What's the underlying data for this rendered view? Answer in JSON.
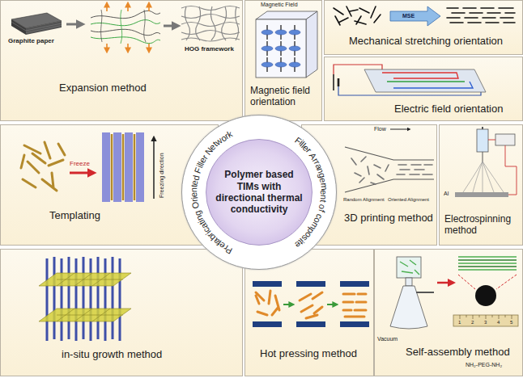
{
  "diagram": {
    "nodes": [
      {
        "text": [
          "Expansion method"
        ]
      },
      {
        "text": [
          "Magnetic field orientation"
        ]
      },
      {
        "text": [
          "Mechanical stretching orientation"
        ]
      },
      {
        "text": [
          "Electric field orientation"
        ]
      },
      {
        "text": [
          "Templating"
        ]
      },
      {
        "text": [
          "Prefabricating Oriented Filler Network",
          "Filler Arrangement of composite"
        ]
      },
      {
        "text": [
          "Polymer based TIMs with directional thermal conductivity"
        ],
        "in": 5
      },
      {
        "text": [
          "3D printing method"
        ]
      },
      {
        "text": [
          "Electrospinning method"
        ]
      },
      {
        "text": [
          "in-situ growth method"
        ]
      },
      {
        "text": [
          "Hot pressing method"
        ]
      },
      {
        "text": [
          "Self-assembly method"
        ]
      }
    ],
    "labels": [
      "Graphite paper",
      "HOG framework",
      "Magnetic Field",
      "MSE",
      "Freeze",
      "Freezing direction",
      "Flow",
      "Random Alignment",
      "Oriented Alignment",
      "Al",
      "Vacuum",
      "1",
      "2",
      "3",
      "4",
      "5",
      "NH₂-PEG-NH₂"
    ]
  }
}
